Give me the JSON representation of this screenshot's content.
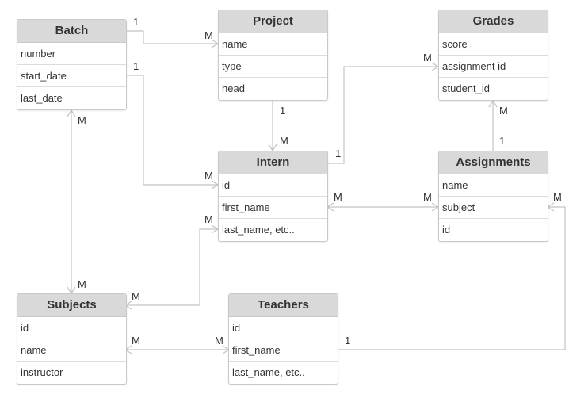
{
  "entities": {
    "batch": {
      "title": "Batch",
      "fields": [
        "number",
        "start_date",
        "last_date"
      ]
    },
    "project": {
      "title": "Project",
      "fields": [
        "name",
        "type",
        "head"
      ]
    },
    "grades": {
      "title": "Grades",
      "fields": [
        "score",
        "assignment id",
        "student_id"
      ]
    },
    "intern": {
      "title": "Intern",
      "fields": [
        "id",
        "first_name",
        "last_name, etc.."
      ]
    },
    "assignments": {
      "title": "Assignments",
      "fields": [
        "name",
        "subject",
        "id"
      ]
    },
    "subjects": {
      "title": "Subjects",
      "fields": [
        "id",
        "name",
        "instructor"
      ]
    },
    "teachers": {
      "title": "Teachers",
      "fields": [
        "id",
        "first_name",
        "last_name, etc.."
      ]
    }
  },
  "relationships": {
    "batch_project": {
      "from": "1",
      "to": "M"
    },
    "batch_intern": {
      "from": "1",
      "to": "M"
    },
    "batch_subjects": {
      "from": "M",
      "to": "M"
    },
    "project_intern": {
      "from": "1",
      "to": "M"
    },
    "intern_grades": {
      "from": "1",
      "to": "M"
    },
    "grades_assignments": {
      "from": "M",
      "to": "1"
    },
    "intern_assignments": {
      "from": "M",
      "to": "M"
    },
    "intern_subjects": {
      "from": "M",
      "to": "M"
    },
    "subjects_teachers": {
      "from": "M",
      "to": "M"
    },
    "assignments_teachers": {
      "from": "M",
      "to": "1"
    }
  },
  "colors": {
    "connector": "#c4c4c4",
    "header": "#d9d9d9",
    "border": "#c9c9c9",
    "text": "#333333"
  }
}
